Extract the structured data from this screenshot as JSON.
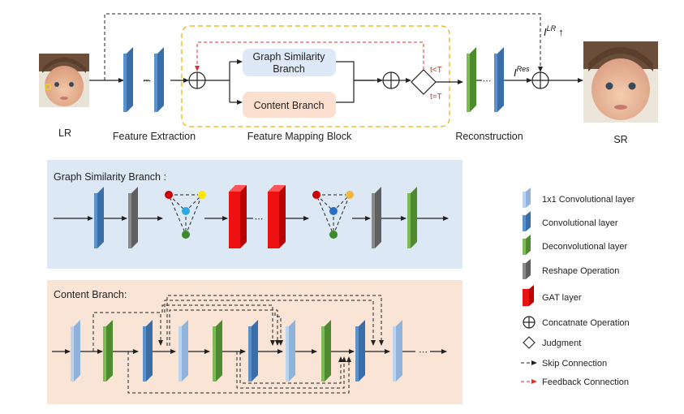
{
  "top": {
    "lr_label": "LR",
    "sr_label": "SR",
    "feature_extraction": "Feature Extraction",
    "feature_mapping_block": "Feature Mapping Block",
    "reconstruction": "Reconstruction",
    "graph_similarity_line1": "Graph Similarity",
    "graph_similarity_line2": "Branch",
    "content_branch": "Content Branch",
    "cond_lt": "t<T",
    "cond_eq": "t=T",
    "i_lr_base": "I",
    "i_lr_sup": "LR",
    "i_lr_arrow": "↑",
    "i_res_base": "I",
    "i_res_sup": "Res"
  },
  "panels": {
    "graph_title": "Graph Similarity Branch :",
    "content_title": "Content Branch:"
  },
  "legend": [
    {
      "icon": "light-blue-block-icon",
      "label": "1x1 Convolutional layer"
    },
    {
      "icon": "blue-block-icon",
      "label": "Convolutional layer"
    },
    {
      "icon": "green-block-icon",
      "label": "Deconvolutional layer"
    },
    {
      "icon": "gray-block-icon",
      "label": "Reshape Operation"
    },
    {
      "icon": "red-block-icon",
      "label": "GAT layer"
    },
    {
      "icon": "circle-plus-icon",
      "label": "Concatnate Operation"
    },
    {
      "icon": "diamond-icon",
      "label": "Judgment"
    },
    {
      "icon": "dashed-black-arrow-icon",
      "label": "Skip Connection"
    },
    {
      "icon": "dashed-red-arrow-icon",
      "label": "Feedback Connection"
    }
  ],
  "colors": {
    "light_blue": "#a8c6e6",
    "blue": "#4f86c4",
    "green": "#6fad46",
    "gray": "#7f7f7f",
    "red": "#ee1111",
    "panel_blue_bg": "#dde8f5",
    "panel_orange_bg": "#fae4d6",
    "graph_box_bg": "#dde9f6",
    "content_box_bg": "#fbe0cf",
    "feedback_red": "#e03030",
    "mapping_border": "#e8b000"
  }
}
